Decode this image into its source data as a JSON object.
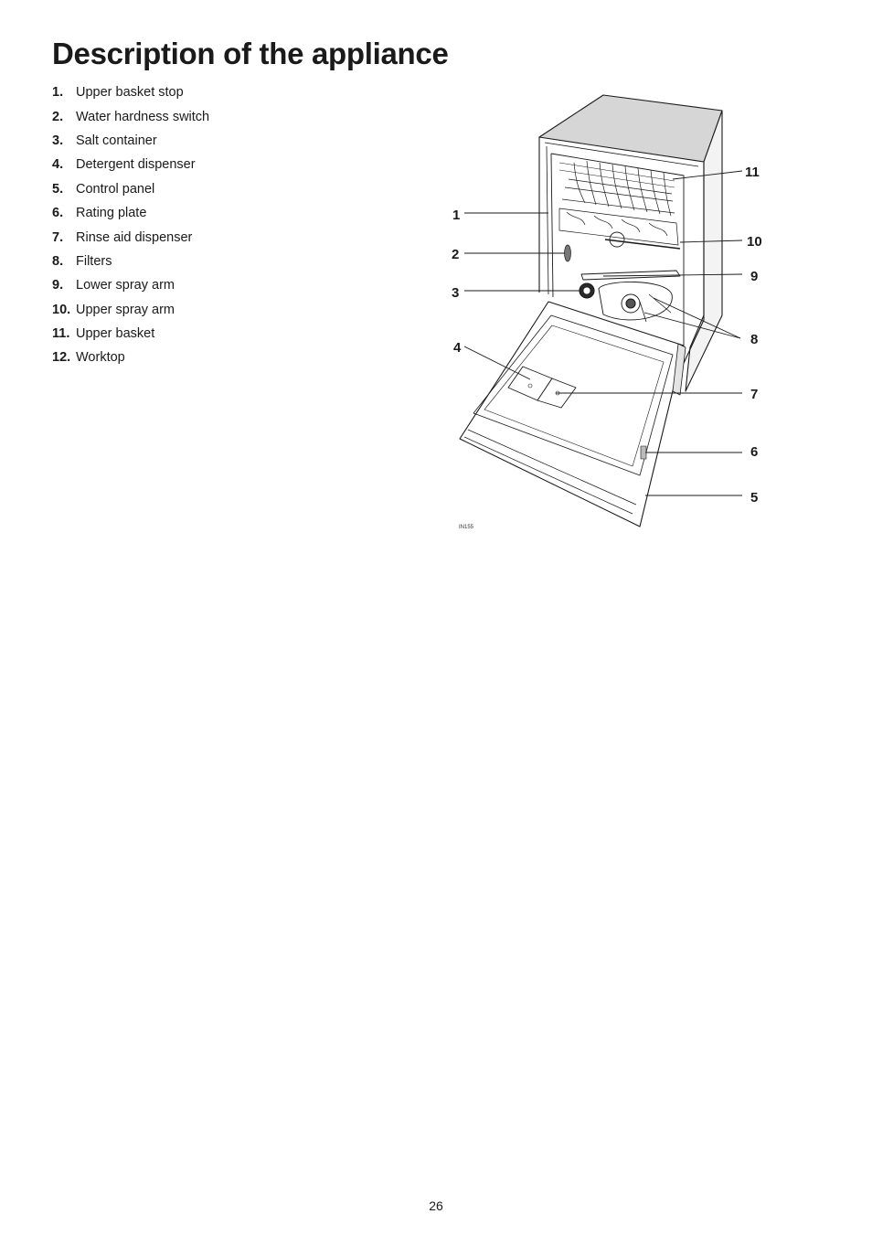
{
  "title": "Description of the appliance",
  "parts": [
    {
      "num": "1.",
      "label": "Upper basket stop"
    },
    {
      "num": "2.",
      "label": "Water hardness switch"
    },
    {
      "num": "3.",
      "label": "Salt container"
    },
    {
      "num": "4.",
      "label": "Detergent dispenser"
    },
    {
      "num": "5.",
      "label": "Control panel"
    },
    {
      "num": "6.",
      "label": "Rating plate"
    },
    {
      "num": "7.",
      "label": "Rinse aid dispenser"
    },
    {
      "num": "8.",
      "label": "Filters"
    },
    {
      "num": "9.",
      "label": "Lower spray arm"
    },
    {
      "num": "10.",
      "label": "Upper spray arm"
    },
    {
      "num": "11.",
      "label": "Upper basket"
    },
    {
      "num": "12.",
      "label": "Worktop"
    }
  ],
  "figure": {
    "callouts": [
      "1",
      "2",
      "3",
      "4",
      "5",
      "6",
      "7",
      "8",
      "9",
      "10",
      "11"
    ],
    "code": "IN155"
  },
  "page_number": "26"
}
